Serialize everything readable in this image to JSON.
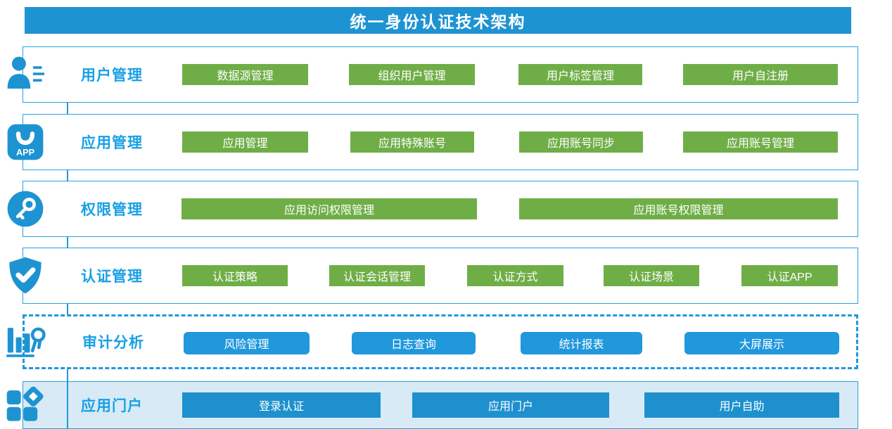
{
  "title": "统一身份认证技术架构",
  "colors": {
    "title_bg": "#1E93D2",
    "box_border": "#2AA1DB",
    "label_text": "#18A0E4",
    "green_button": "#6FAE47",
    "blue_button": "#2197DC",
    "deep_blue_button": "#1E90CE",
    "portal_row_bg": "#D8EAF6",
    "icon_blue": "#1E93D2"
  },
  "rows": [
    {
      "id": "user-management",
      "label": "用户管理",
      "icon": "user-list-icon",
      "variant": "solid",
      "buttons": [
        "数据源管理",
        "组织用户管理",
        "用户标签管理",
        "用户自注册"
      ]
    },
    {
      "id": "app-management",
      "label": "应用管理",
      "icon": "app-icon",
      "variant": "solid",
      "buttons": [
        "应用管理",
        "应用特殊账号",
        "应用账号同步",
        "应用账号管理"
      ]
    },
    {
      "id": "permission-management",
      "label": "权限管理",
      "icon": "key-icon",
      "variant": "solid",
      "buttons": [
        "应用访问权限管理",
        "应用账号权限管理"
      ]
    },
    {
      "id": "auth-management",
      "label": "认证管理",
      "icon": "shield-check-icon",
      "variant": "solid",
      "buttons": [
        "认证策略",
        "认证会话管理",
        "认证方式",
        "认证场景",
        "认证APP"
      ]
    },
    {
      "id": "audit-analysis",
      "label": "审计分析",
      "icon": "audit-chart-icon",
      "variant": "dashed",
      "buttons": [
        "风险管理",
        "日志查询",
        "统计报表",
        "大屏展示"
      ]
    },
    {
      "id": "app-portal",
      "label": "应用门户",
      "icon": "portal-grid-icon",
      "variant": "filled",
      "buttons": [
        "登录认证",
        "应用门户",
        "用户自助"
      ]
    }
  ]
}
